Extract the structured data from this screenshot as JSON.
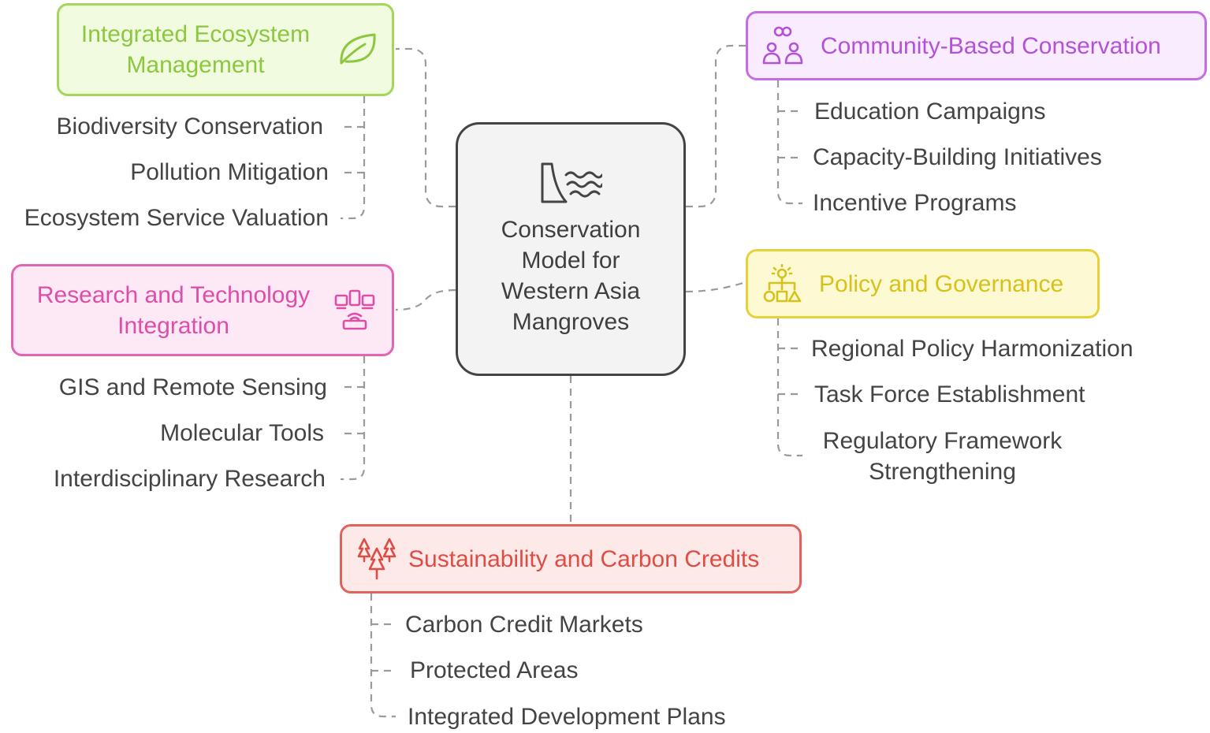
{
  "center": {
    "title": "Conservation\nModel for\nWestern Asia\nMangroves",
    "icon": "dam-water-icon"
  },
  "branches": {
    "ecosystem": {
      "label": "Integrated Ecosystem\nManagement",
      "icon": "leaf-icon",
      "color": "#8dc63f",
      "items": [
        "Biodiversity Conservation",
        "Pollution Mitigation",
        "Ecosystem Service Valuation"
      ]
    },
    "community": {
      "label": "Community-Based Conservation",
      "icon": "community-people-icon",
      "color": "#b352d6",
      "items": [
        "Education Campaigns",
        "Capacity-Building Initiatives",
        "Incentive Programs"
      ]
    },
    "research": {
      "label": "Research and Technology\nIntegration",
      "icon": "network-devices-icon",
      "color": "#dd4ea8",
      "items": [
        "GIS and Remote Sensing",
        "Molecular Tools",
        "Interdisciplinary Research"
      ]
    },
    "policy": {
      "label": "Policy and Governance",
      "icon": "governance-hierarchy-icon",
      "color": "#d6c21c",
      "items": [
        "Regional Policy Harmonization",
        "Task Force Establishment",
        "Regulatory Framework\nStrengthening"
      ]
    },
    "sustainability": {
      "label": "Sustainability and Carbon Credits",
      "icon": "trees-icon",
      "color": "#de4d45",
      "items": [
        "Carbon Credit Markets",
        "Protected Areas",
        "Integrated Development Plans"
      ]
    }
  },
  "connector_color": "#9a9a9a"
}
